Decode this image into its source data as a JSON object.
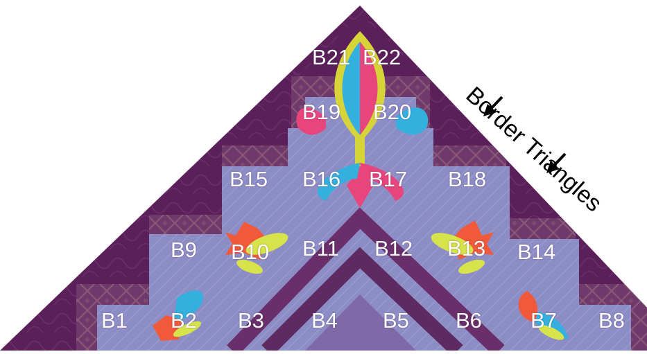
{
  "image": {
    "block_labels": [
      "B1",
      "B2",
      "B3",
      "B4",
      "B5",
      "B6",
      "B7",
      "B8",
      "B9",
      "B10",
      "B11",
      "B12",
      "B13",
      "B14",
      "B15",
      "B16",
      "B17",
      "B18",
      "B19",
      "B20",
      "B21",
      "B22"
    ],
    "annotation": "Border Triangles",
    "colors": {
      "border_purple": "#5b1f5a",
      "lattice_purple": "#6e3a6a",
      "block_lavender": "#8e8ec8",
      "chevron_purple": "#6a2f6a",
      "leaf_yellow": "#d6e34a",
      "petal_red": "#f05a3a",
      "feather_pink": "#e8457d",
      "feather_blue": "#33b0dd",
      "label_text": "#ffffff",
      "annotation_text": "#000000"
    }
  }
}
